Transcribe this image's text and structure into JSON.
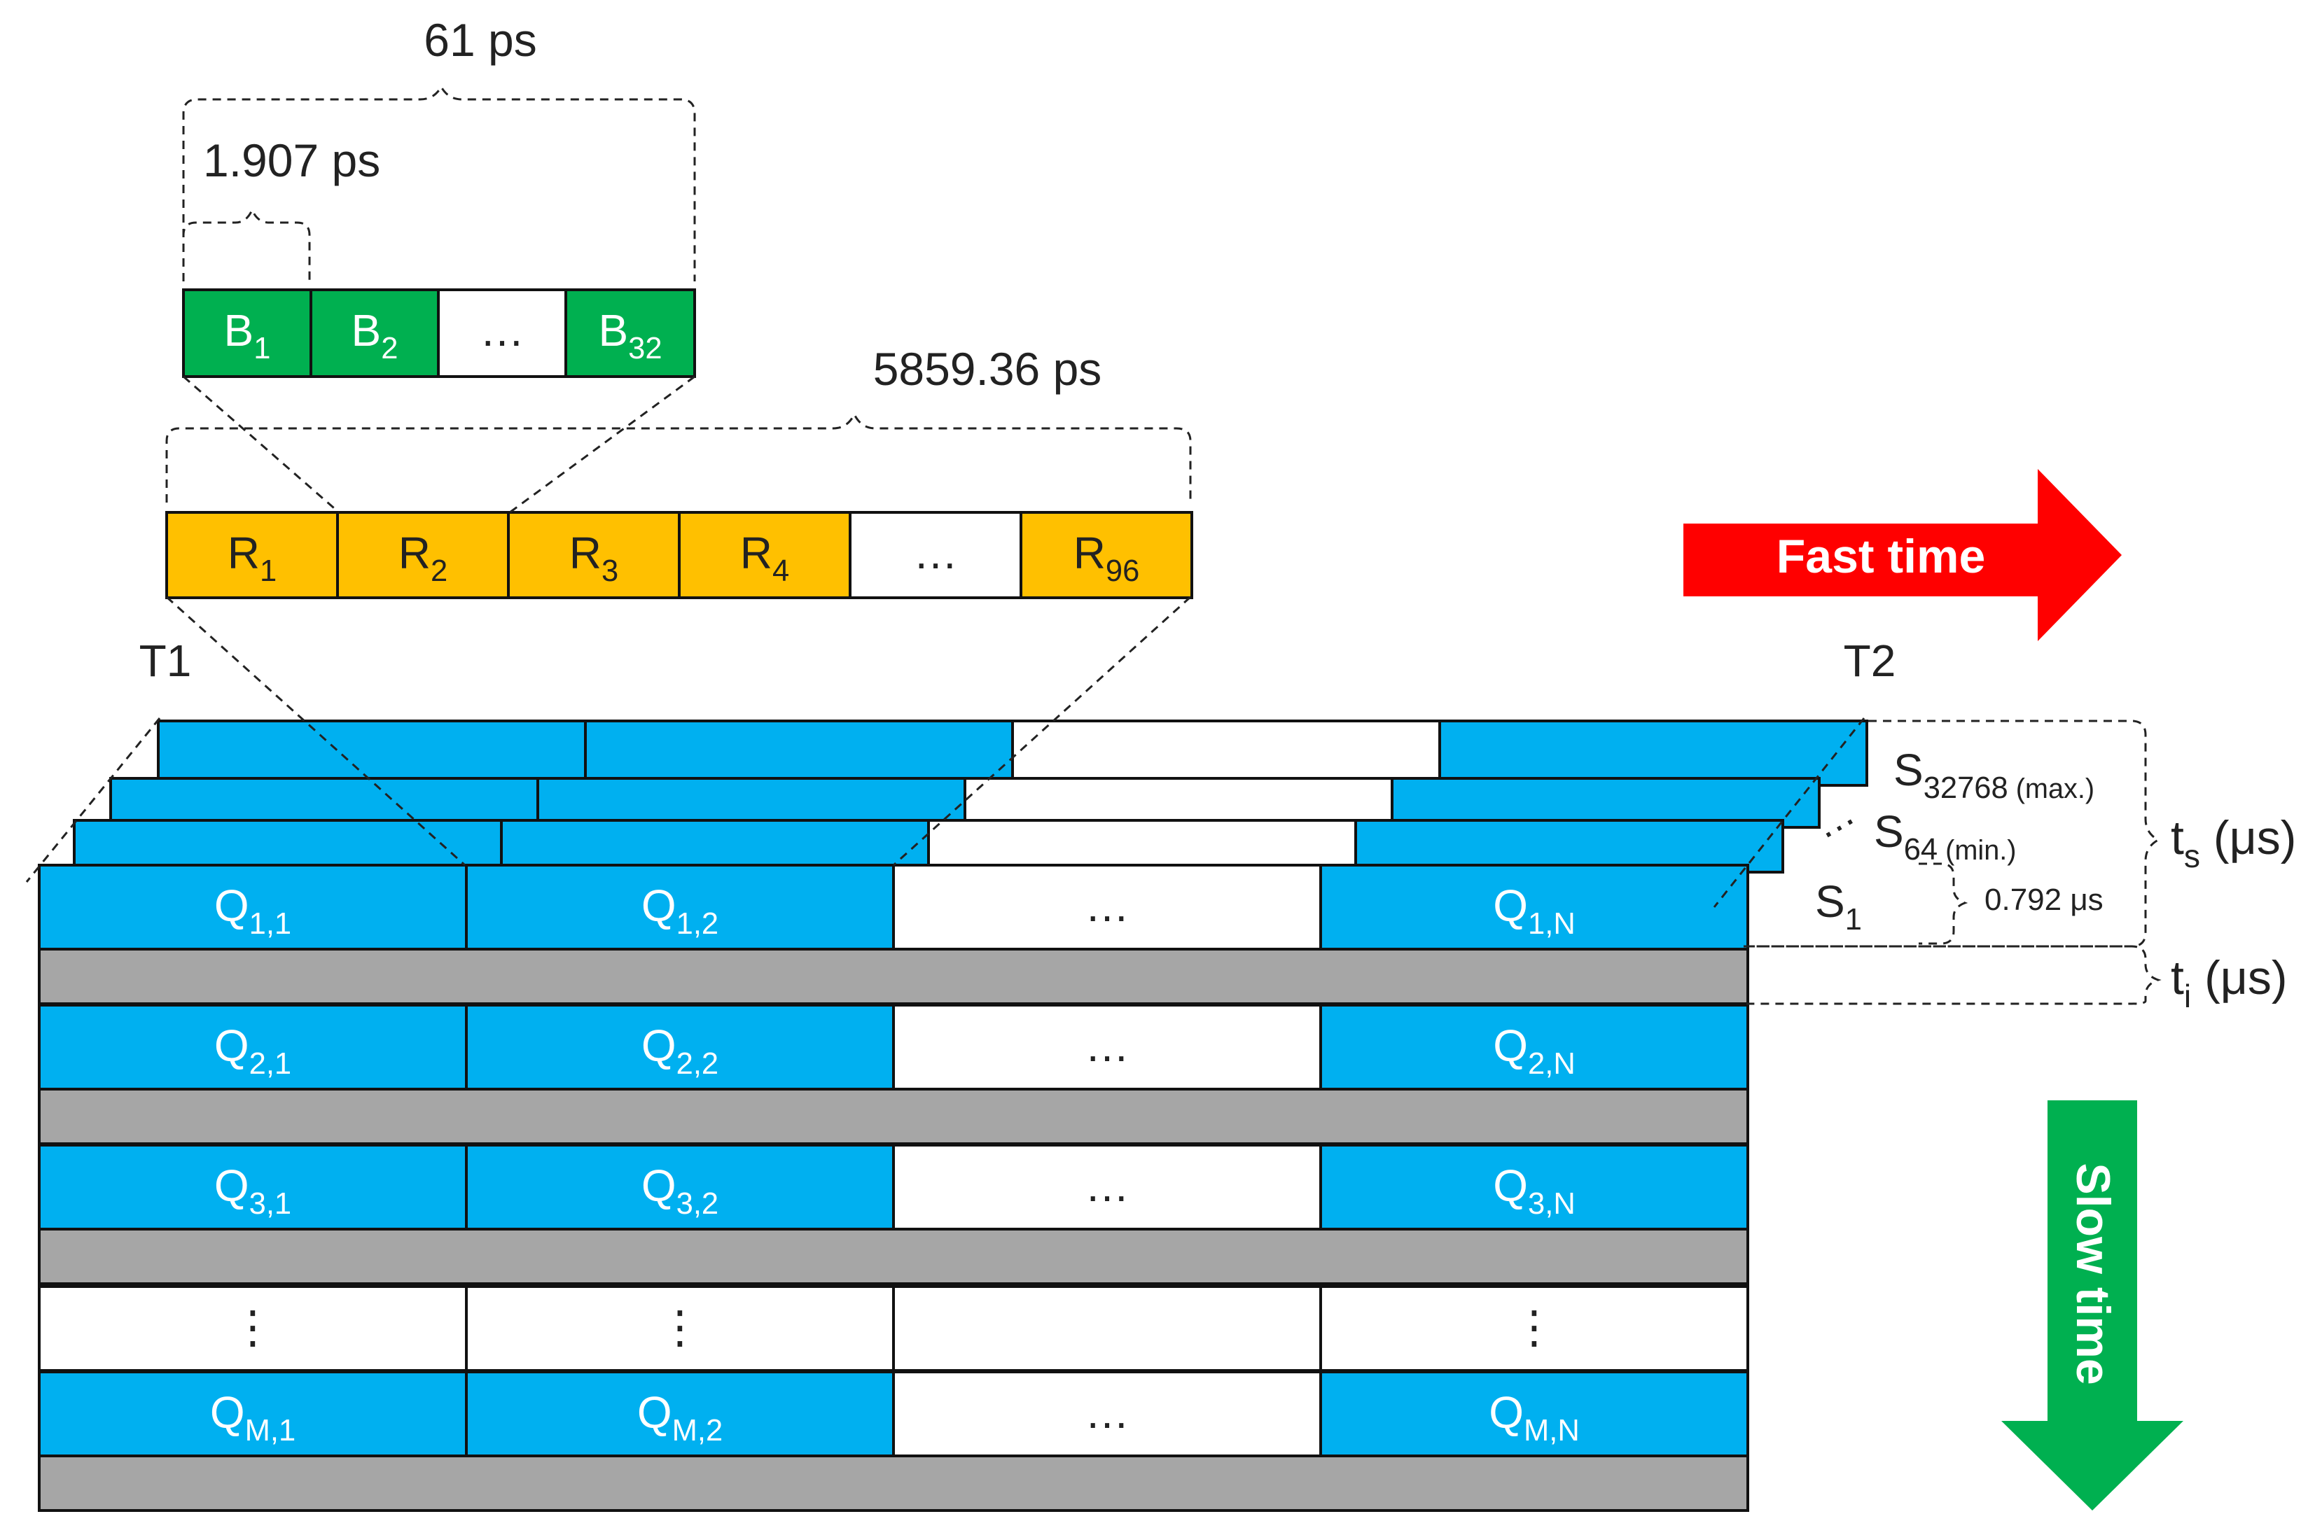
{
  "colors": {
    "blue": "#00b0f0",
    "gray": "#a6a6a6",
    "green": "#00b050",
    "orange": "#ffc000",
    "red": "#ff0000",
    "arrow_green": "#00b050",
    "white": "#ffffff"
  },
  "annotations": {
    "span_61": "61 ps",
    "span_1907": "1.907 ps",
    "span_5859": "5859.36 ps",
    "t1": "T1",
    "t2": "T2",
    "gap_0792": "0.792 μs"
  },
  "b_cells": [
    {
      "base": "B",
      "sub": "1"
    },
    {
      "base": "B",
      "sub": "2"
    },
    {
      "base": "…",
      "sub": ""
    },
    {
      "base": "B",
      "sub": "32"
    }
  ],
  "r_cells": [
    {
      "base": "R",
      "sub": "1"
    },
    {
      "base": "R",
      "sub": "2"
    },
    {
      "base": "R",
      "sub": "3"
    },
    {
      "base": "R",
      "sub": "4"
    },
    {
      "base": "…",
      "sub": ""
    },
    {
      "base": "R",
      "sub": "96"
    }
  ],
  "s_labels": [
    {
      "base": "S",
      "sub": "32768",
      "suffix": " (max.)"
    },
    {
      "base": "S",
      "sub": "64",
      "suffix": " (min.)"
    },
    {
      "base": "S",
      "sub": "1",
      "suffix": ""
    }
  ],
  "ts_label": {
    "base": "t",
    "sub": "s",
    "suffix": " (μs)"
  },
  "ti_label": {
    "base": "t",
    "sub": "i",
    "suffix": " (μs)"
  },
  "q_rows": [
    [
      {
        "base": "Q",
        "sub": "1,1"
      },
      {
        "base": "Q",
        "sub": "1,2"
      },
      {
        "base": "…",
        "sub": ""
      },
      {
        "base": "Q",
        "sub": "1,N"
      }
    ],
    [
      {
        "base": "Q",
        "sub": "2,1"
      },
      {
        "base": "Q",
        "sub": "2,2"
      },
      {
        "base": "…",
        "sub": ""
      },
      {
        "base": "Q",
        "sub": "2,N"
      }
    ],
    [
      {
        "base": "Q",
        "sub": "3,1"
      },
      {
        "base": "Q",
        "sub": "3,2"
      },
      {
        "base": "…",
        "sub": ""
      },
      {
        "base": "Q",
        "sub": "3,N"
      }
    ],
    [
      {
        "base": "⋮",
        "sub": ""
      },
      {
        "base": "⋮",
        "sub": ""
      },
      {
        "base": "",
        "sub": ""
      },
      {
        "base": "⋮",
        "sub": ""
      }
    ],
    [
      {
        "base": "Q",
        "sub": "M,1"
      },
      {
        "base": "Q",
        "sub": "M,2"
      },
      {
        "base": "…",
        "sub": ""
      },
      {
        "base": "Q",
        "sub": "M,N"
      }
    ]
  ],
  "arrows": {
    "fast_time": "Fast time",
    "slow_time": "Slow time"
  }
}
